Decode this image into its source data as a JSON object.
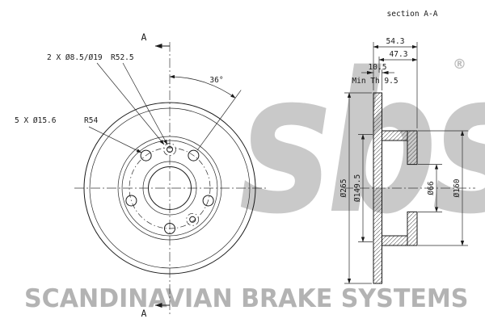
{
  "front_view": {
    "callout_pin_holes": "2 X Ø8.5/Ø19",
    "callout_pin_radius": "R52.5",
    "callout_bolt_holes": "5 X Ø15.6",
    "callout_bolt_radius": "R54",
    "angle_label": "36°",
    "section_marker_top": "A",
    "section_marker_bottom": "A"
  },
  "section_view": {
    "title": "section A-A",
    "dim_overall_width": "54.3",
    "dim_hat_depth": "47.3",
    "dim_disc_thickness": "10.5",
    "dim_min_thickness": "Min Th 9.5",
    "dim_outer_diameter": "Ø265",
    "dim_friction_inner_diameter": "Ø149.5",
    "dim_bore_diameter": "Ø66",
    "dim_hub_diameter": "Ø160"
  },
  "watermark": {
    "logo": "sbs",
    "registered": "®",
    "brand_text": "SCANDINAVIAN BRAKE SYSTEMS"
  },
  "colors": {
    "line": "#1a1a1a",
    "watermark_logo": "#c9c9c9",
    "watermark_text": "#b3b3b3"
  }
}
